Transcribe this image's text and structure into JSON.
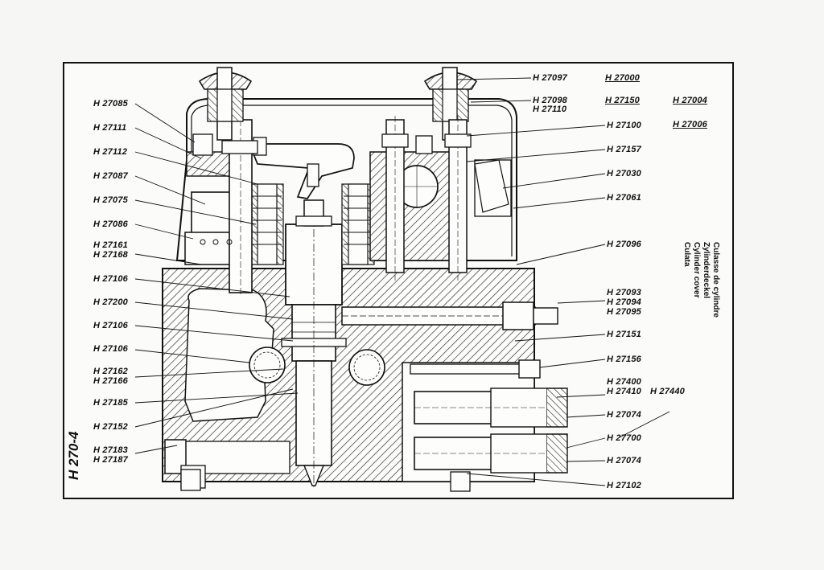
{
  "sheet_id": "H 270-4",
  "title_lines": [
    "Culasse de cylindre",
    "Zylinderdeckel",
    "Cylinder cover",
    "Culata"
  ],
  "left_labels": [
    "H 27085",
    "H 27111",
    "H 27112",
    "H 27087",
    "H 27075",
    "H 27086",
    "H 27161",
    "H 27168",
    "H 27106",
    "H 27200",
    "H 27106",
    "H 27106",
    "H 27162",
    "H 27166",
    "H 27185",
    "H 27152",
    "H 27183",
    "H 27187"
  ],
  "right_labels": [
    "H 27097",
    "H 27098",
    "H 27110",
    "H 27100",
    "H 27157",
    "H 27030",
    "H 27061",
    "H 27096",
    "H 27093",
    "H 27094",
    "H 27095",
    "H 27151",
    "H 27156",
    "H 27400",
    "H 27410",
    "H 27440",
    "H 27074",
    "H 27700",
    "H 27074",
    "H 27102"
  ],
  "assembly_labels": [
    "H 27000",
    "H 27150",
    "H 27004",
    "H 27006"
  ]
}
